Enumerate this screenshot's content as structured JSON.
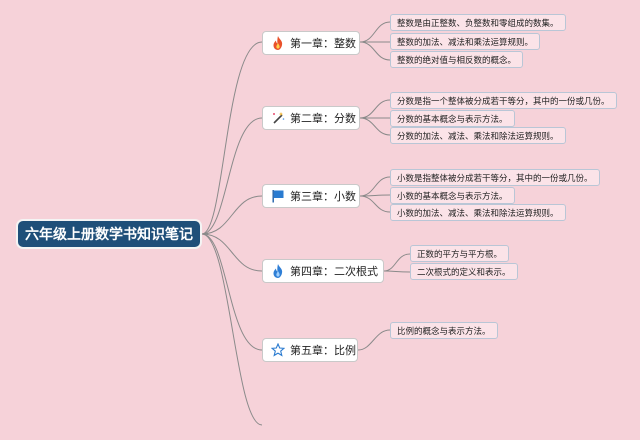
{
  "root": {
    "title": "六年级上册数学书知识笔记"
  },
  "chapters": [
    {
      "label": "第一章：整数",
      "icon": "fire-icon",
      "items": [
        "整数是由正整数、负整数和零组成的数集。",
        "整数的加法、减法和乘法运算规则。",
        "整数的绝对值与相反数的概念。"
      ]
    },
    {
      "label": "第二章：分数",
      "icon": "magic-wand-icon",
      "items": [
        "分数是指一个整体被分成若干等分，其中的一份或几份。",
        "分数的基本概念与表示方法。",
        "分数的加法、减法、乘法和除法运算规则。"
      ]
    },
    {
      "label": "第三章：小数",
      "icon": "flag-icon",
      "items": [
        "小数是指整体被分成若干等分，其中的一份或几份。",
        "小数的基本概念与表示方法。",
        "小数的加法、减法、乘法和除法运算规则。"
      ]
    },
    {
      "label": "第四章：二次根式",
      "icon": "water-flame-icon",
      "items": [
        "正数的平方与平方根。",
        "二次根式的定义和表示。"
      ]
    },
    {
      "label": "第五章：比例",
      "icon": "star-outline-icon",
      "items": [
        "比例的概念与表示方法。"
      ]
    }
  ],
  "colors": {
    "background": "#f6d2d9",
    "root_fill": "#1f4f79",
    "line": "#8a8a8a"
  }
}
